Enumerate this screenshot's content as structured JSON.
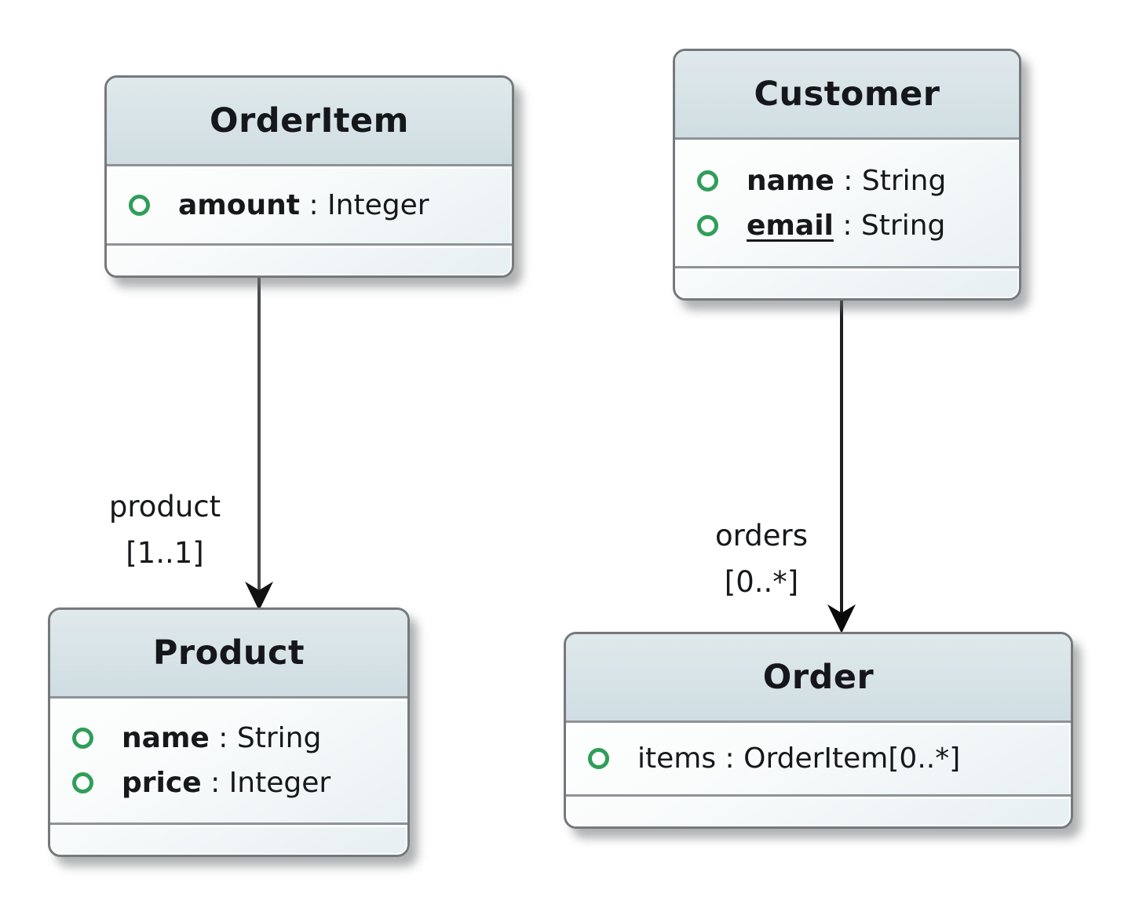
{
  "canvas": {
    "background": "#ffffff"
  },
  "palette": {
    "header_fill": "#d7e1e6",
    "body_fill": "#f4f8fa",
    "node_border": "#75797c",
    "separator": "#8d9397",
    "property_icon_green": "#2f9e58",
    "text": "#17181a",
    "edge_color": "#2a2a2a"
  },
  "syntax": {
    "colon_sep": " : "
  },
  "classes": [
    {
      "name": "OrderItem",
      "attributes": [
        {
          "icon": "property-icon",
          "name": "amount",
          "type": "Integer"
        }
      ]
    },
    {
      "name": "Customer",
      "attributes": [
        {
          "icon": "property-icon",
          "name": "name",
          "type": "String"
        },
        {
          "icon": "property-icon",
          "name": "email",
          "type": "String",
          "underlined": true
        }
      ]
    },
    {
      "name": "Product",
      "attributes": [
        {
          "icon": "property-icon",
          "name": "name",
          "type": "String"
        },
        {
          "icon": "property-icon",
          "name": "price",
          "type": "Integer"
        }
      ]
    },
    {
      "name": "Order",
      "attributes": [
        {
          "icon": "property-icon",
          "name": "items",
          "type": "OrderItem[0..*]"
        }
      ]
    }
  ],
  "associations": [
    {
      "name": "product",
      "multiplicity": "[1..1]",
      "source": "OrderItem",
      "target": "Product"
    },
    {
      "name": "orders",
      "multiplicity": "[0..*]",
      "source": "Customer",
      "target": "Order"
    }
  ]
}
